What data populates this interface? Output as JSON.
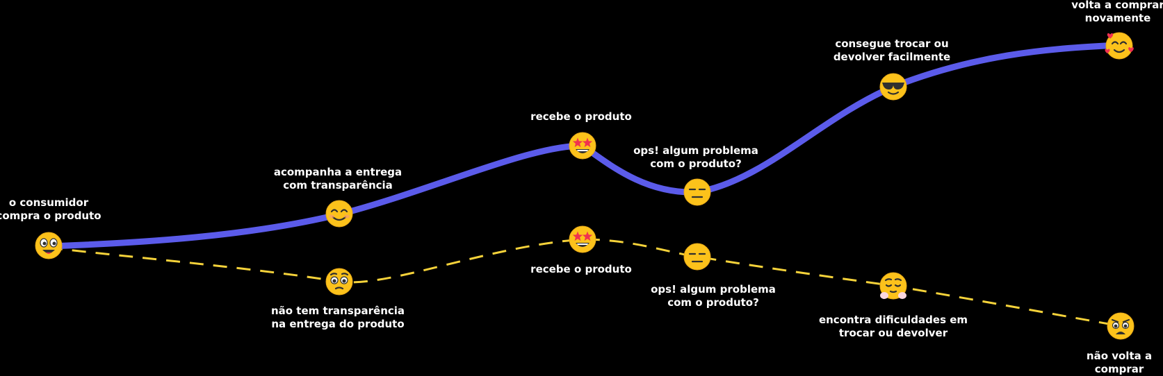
{
  "colors": {
    "background": "#000000",
    "happy_path": "#5b5bea",
    "sad_path": "#f5d23a",
    "emoji_fill": "#fcc21b",
    "emoji_dark": "#2f2f2f",
    "heart_red": "#f0314f",
    "label": "#ffffff"
  },
  "happy_path": {
    "stages": [
      {
        "emoji": "grinning-face",
        "label_lines": [
          "o consumidor",
          "compra o produto"
        ]
      },
      {
        "emoji": "smiling-face",
        "label_lines": [
          "acompanha a entrega",
          "com transparência"
        ]
      },
      {
        "emoji": "star-struck-face",
        "label_lines": [
          "recebe o produto"
        ]
      },
      {
        "emoji": "expressionless-face",
        "label_lines": [
          "ops! algum problema",
          "com o produto?"
        ]
      },
      {
        "emoji": "sunglasses-face",
        "label_lines": [
          "consegue trocar ou",
          "devolver facilmente"
        ]
      },
      {
        "emoji": "smiling-face-with-hearts",
        "label_lines": [
          "volta a comprar",
          "novamente"
        ]
      }
    ]
  },
  "sad_path": {
    "stages": [
      {
        "emoji": "pleading-face",
        "label_lines": [
          "não tem transparência",
          "na entrega do produto"
        ]
      },
      {
        "emoji": "star-struck-face",
        "label_lines": [
          "recebe o produto"
        ]
      },
      {
        "emoji": "expressionless-face",
        "label_lines": [
          "ops! algum problema",
          "com o produto?"
        ]
      },
      {
        "emoji": "relieved-face",
        "label_lines": [
          "encontra dificuldades em",
          "trocar ou devolver"
        ]
      },
      {
        "emoji": "anguished-face",
        "label_lines": [
          "não volta a",
          "comprar"
        ]
      }
    ]
  }
}
